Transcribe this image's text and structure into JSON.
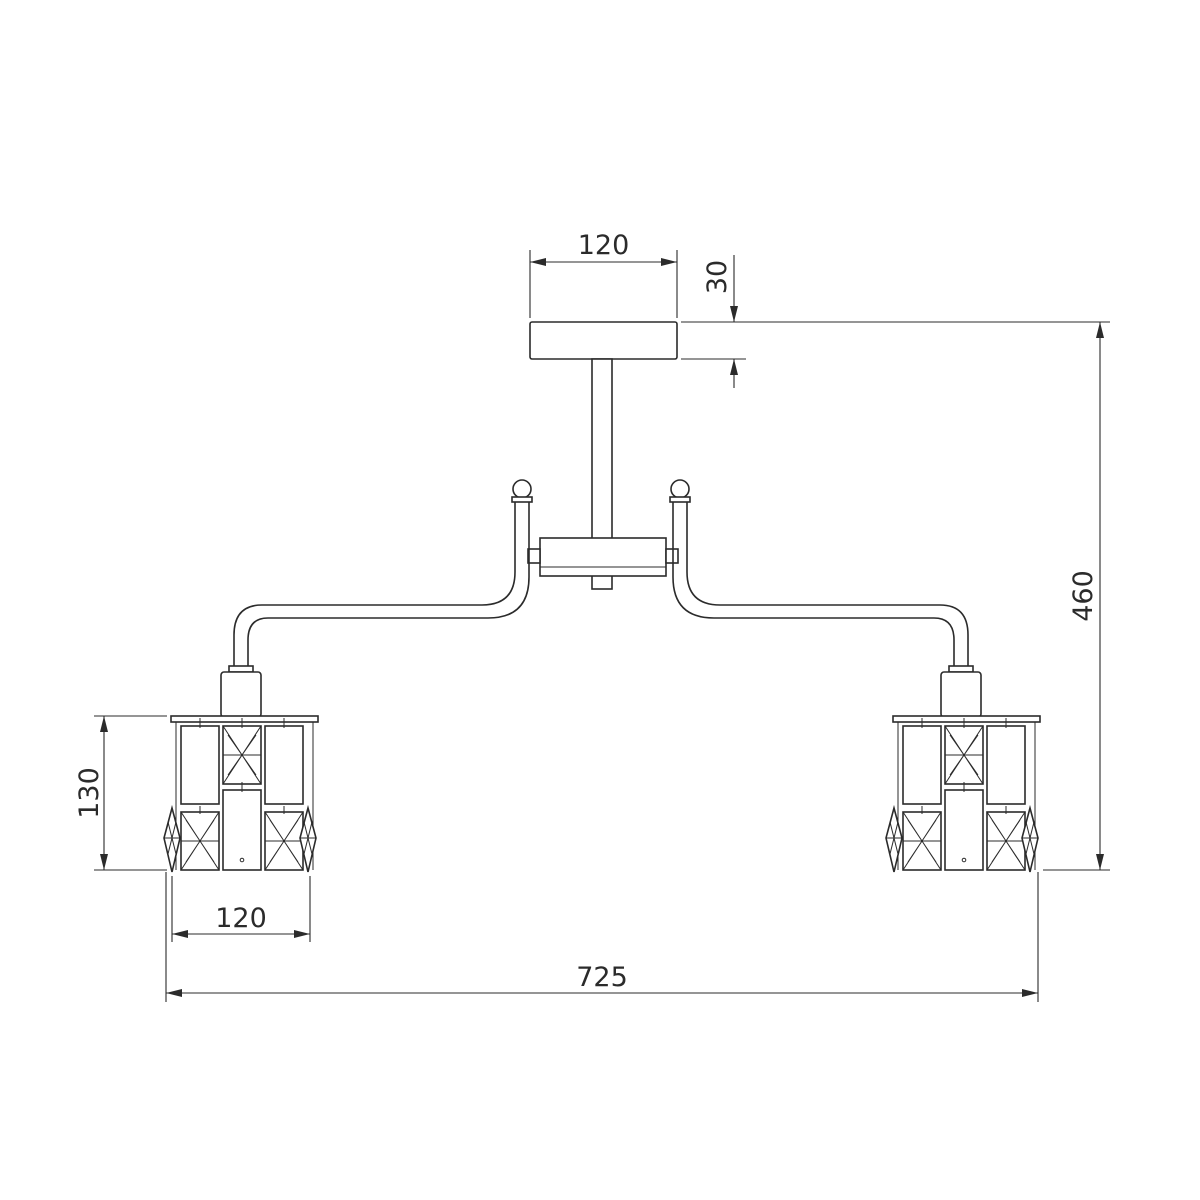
{
  "dimensions": {
    "canopy_width": "120",
    "canopy_height": "30",
    "total_height": "460",
    "shade_height": "130",
    "shade_width": "120",
    "total_width": "725"
  }
}
